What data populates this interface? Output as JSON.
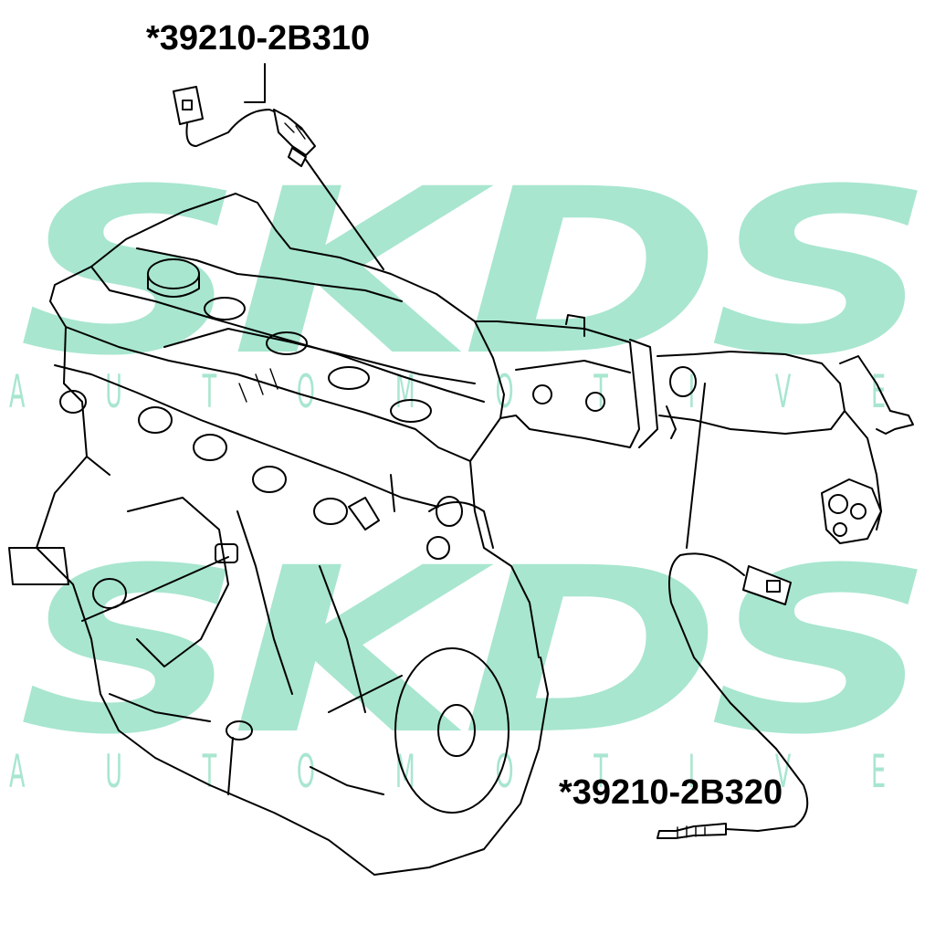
{
  "watermark": {
    "brand": "SKDS",
    "subtitle": "A U T O M O T I V E",
    "color": "#a8e6cf"
  },
  "parts": [
    {
      "part_number": "*39210-2B310"
    },
    {
      "part_number": "*39210-2B320"
    }
  ],
  "colors": {
    "ink": "#000000",
    "background": "#ffffff"
  }
}
